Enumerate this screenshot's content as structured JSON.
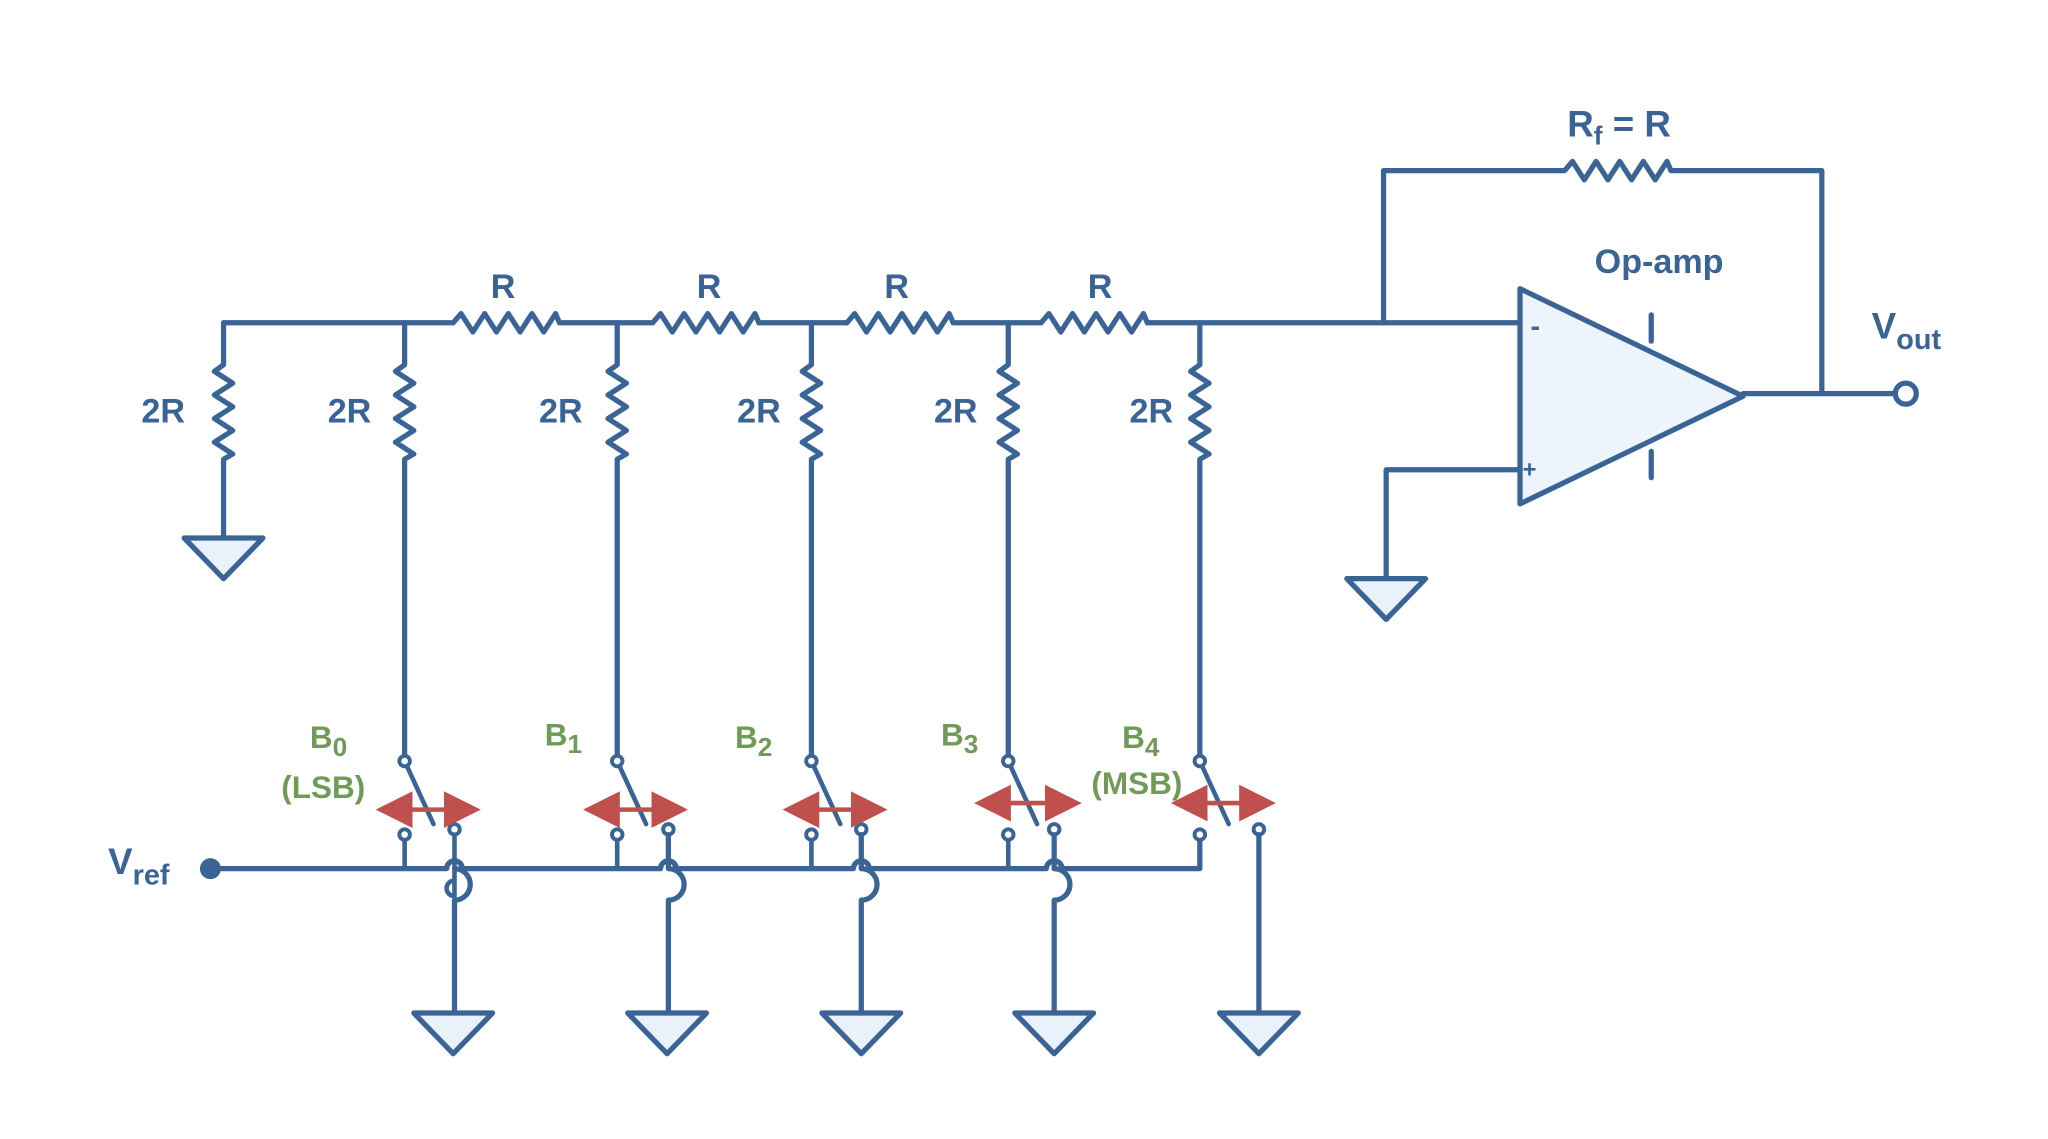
{
  "labels": {
    "series_r": "R",
    "shunt_2r": "2R",
    "feedback_r": "R",
    "feedback_sub": "f",
    "feedback_eq": " = R",
    "opamp": "Op-amp",
    "vout_main": "V",
    "vout_sub": "out",
    "vref_main": "V",
    "vref_sub": "ref",
    "minus": "-",
    "plus": "+"
  },
  "bits": [
    {
      "main": "B",
      "sub": "0",
      "note": "(LSB)"
    },
    {
      "main": "B",
      "sub": "1",
      "note": ""
    },
    {
      "main": "B",
      "sub": "2",
      "note": ""
    },
    {
      "main": "B",
      "sub": "3",
      "note": ""
    },
    {
      "main": "B",
      "sub": "4",
      "note": "(MSB)"
    }
  ],
  "colors": {
    "wire": "#3b6496",
    "bit_label": "#6f9b57",
    "switch_arrow": "#c0504d",
    "fill": "#e9f1fa"
  }
}
